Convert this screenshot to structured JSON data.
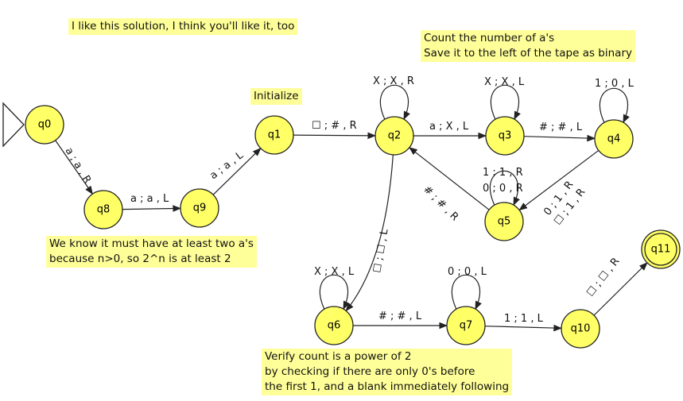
{
  "notes": {
    "intro": "I like this solution, I think you'll like it, too",
    "count": "Count the number of a's\nSave it to the left of the tape as binary",
    "initialize": "Initialize",
    "atleast": "We know it must have at least two a's\nbecause n>0, so 2^n is at least 2",
    "verify": "Verify count is a power of 2\nby checking if there are only 0's before\nthe first 1, and a blank immediately following"
  },
  "states": [
    {
      "id": "q0",
      "label": "q0",
      "initial": true
    },
    {
      "id": "q1",
      "label": "q1"
    },
    {
      "id": "q2",
      "label": "q2"
    },
    {
      "id": "q3",
      "label": "q3"
    },
    {
      "id": "q4",
      "label": "q4"
    },
    {
      "id": "q5",
      "label": "q5"
    },
    {
      "id": "q6",
      "label": "q6"
    },
    {
      "id": "q7",
      "label": "q7"
    },
    {
      "id": "q8",
      "label": "q8"
    },
    {
      "id": "q9",
      "label": "q9"
    },
    {
      "id": "q10",
      "label": "q10"
    },
    {
      "id": "q11",
      "label": "q11",
      "final": true
    }
  ],
  "transitions": [
    {
      "from": "q0",
      "to": "q8",
      "labels": [
        "a ; a , R"
      ]
    },
    {
      "from": "q8",
      "to": "q9",
      "labels": [
        "a ; a , L"
      ]
    },
    {
      "from": "q9",
      "to": "q1",
      "labels": [
        "a ; a , L"
      ]
    },
    {
      "from": "q1",
      "to": "q2",
      "labels": [
        "☐ ; # , R"
      ]
    },
    {
      "from": "q2",
      "to": "q2",
      "labels": [
        "X ; X , R"
      ]
    },
    {
      "from": "q2",
      "to": "q3",
      "labels": [
        "a ; X , L"
      ]
    },
    {
      "from": "q3",
      "to": "q3",
      "labels": [
        "X ; X , L"
      ]
    },
    {
      "from": "q3",
      "to": "q4",
      "labels": [
        "# ; # , L"
      ]
    },
    {
      "from": "q4",
      "to": "q4",
      "labels": [
        "1 ; 0 , L"
      ]
    },
    {
      "from": "q4",
      "to": "q5",
      "labels": [
        "0 ; 1 , R",
        "☐ ; 1 , R"
      ]
    },
    {
      "from": "q5",
      "to": "q5",
      "labels": [
        "1 ; 1 , R",
        "0 ; 0 , R"
      ]
    },
    {
      "from": "q5",
      "to": "q2",
      "labels": [
        "# ; # , R"
      ]
    },
    {
      "from": "q2",
      "to": "q6",
      "labels": [
        "☐ ; ☐ , L"
      ]
    },
    {
      "from": "q6",
      "to": "q6",
      "labels": [
        "X ; X , L"
      ]
    },
    {
      "from": "q6",
      "to": "q7",
      "labels": [
        "# ; # , L"
      ]
    },
    {
      "from": "q7",
      "to": "q7",
      "labels": [
        "0 ; 0 , L"
      ]
    },
    {
      "from": "q7",
      "to": "q10",
      "labels": [
        "1 ; 1 , L"
      ]
    },
    {
      "from": "q10",
      "to": "q11",
      "labels": [
        "☐ ; ☐ , R"
      ]
    }
  ],
  "colors": {
    "state_fill": "#ffff66",
    "note_bg": "#ffff99",
    "stroke": "#222222"
  }
}
